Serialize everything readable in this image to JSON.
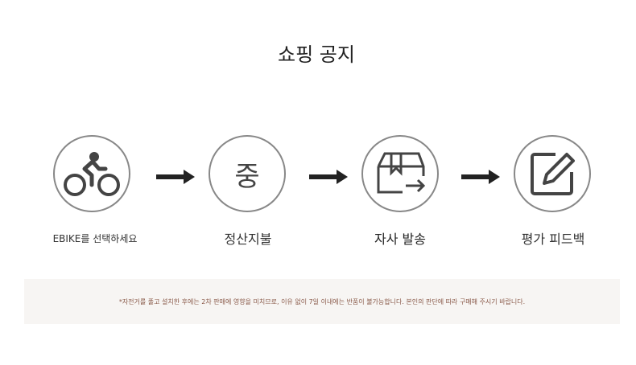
{
  "title": "쇼핑 공지",
  "steps": [
    {
      "icon": "bicycle-icon",
      "label": "EBIKE를 선택하세요"
    },
    {
      "icon": "payment-icon",
      "glyph": "중",
      "label": "정산지불"
    },
    {
      "icon": "box-shipping-icon",
      "label": "자사 발송"
    },
    {
      "icon": "edit-review-icon",
      "label": "평가 피드백"
    }
  ],
  "notice": "*자전거를 풀고 설치한 후에는 2차 판매에 영향을 미치므로, 이유 없이 7일 이내에는 반품이 불가능합니다. 본인의 판단에 따라 구매해 주시기 바랍니다."
}
